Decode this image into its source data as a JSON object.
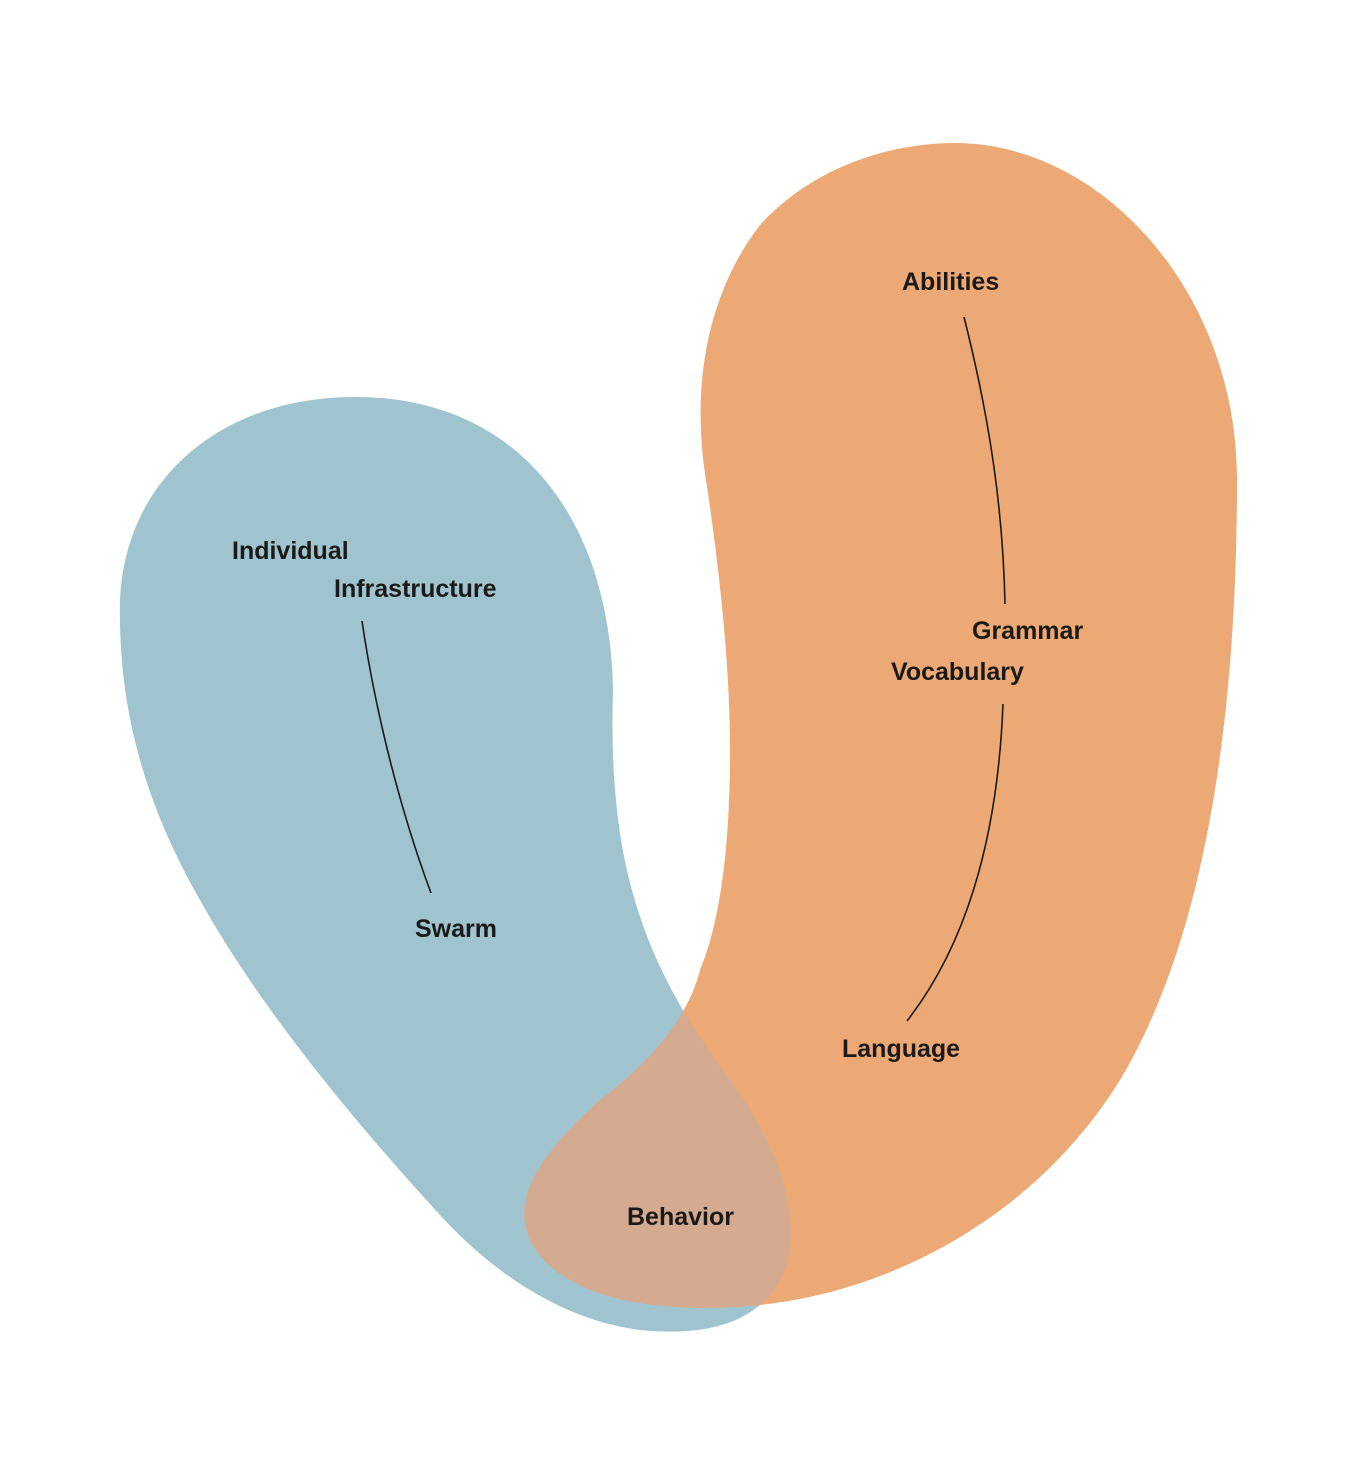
{
  "colors": {
    "left_blob": "#a0c4cf",
    "right_blob": "#eca975",
    "overlap": "#d4aa90",
    "text": "#1c1a18",
    "background": "#ffffff"
  },
  "labels": {
    "individual": "Individual",
    "infrastructure": "Infrastructure",
    "swarm": "Swarm",
    "abilities": "Abilities",
    "grammar": "Grammar",
    "vocabulary": "Vocabulary",
    "language": "Language",
    "behavior": "Behavior"
  }
}
